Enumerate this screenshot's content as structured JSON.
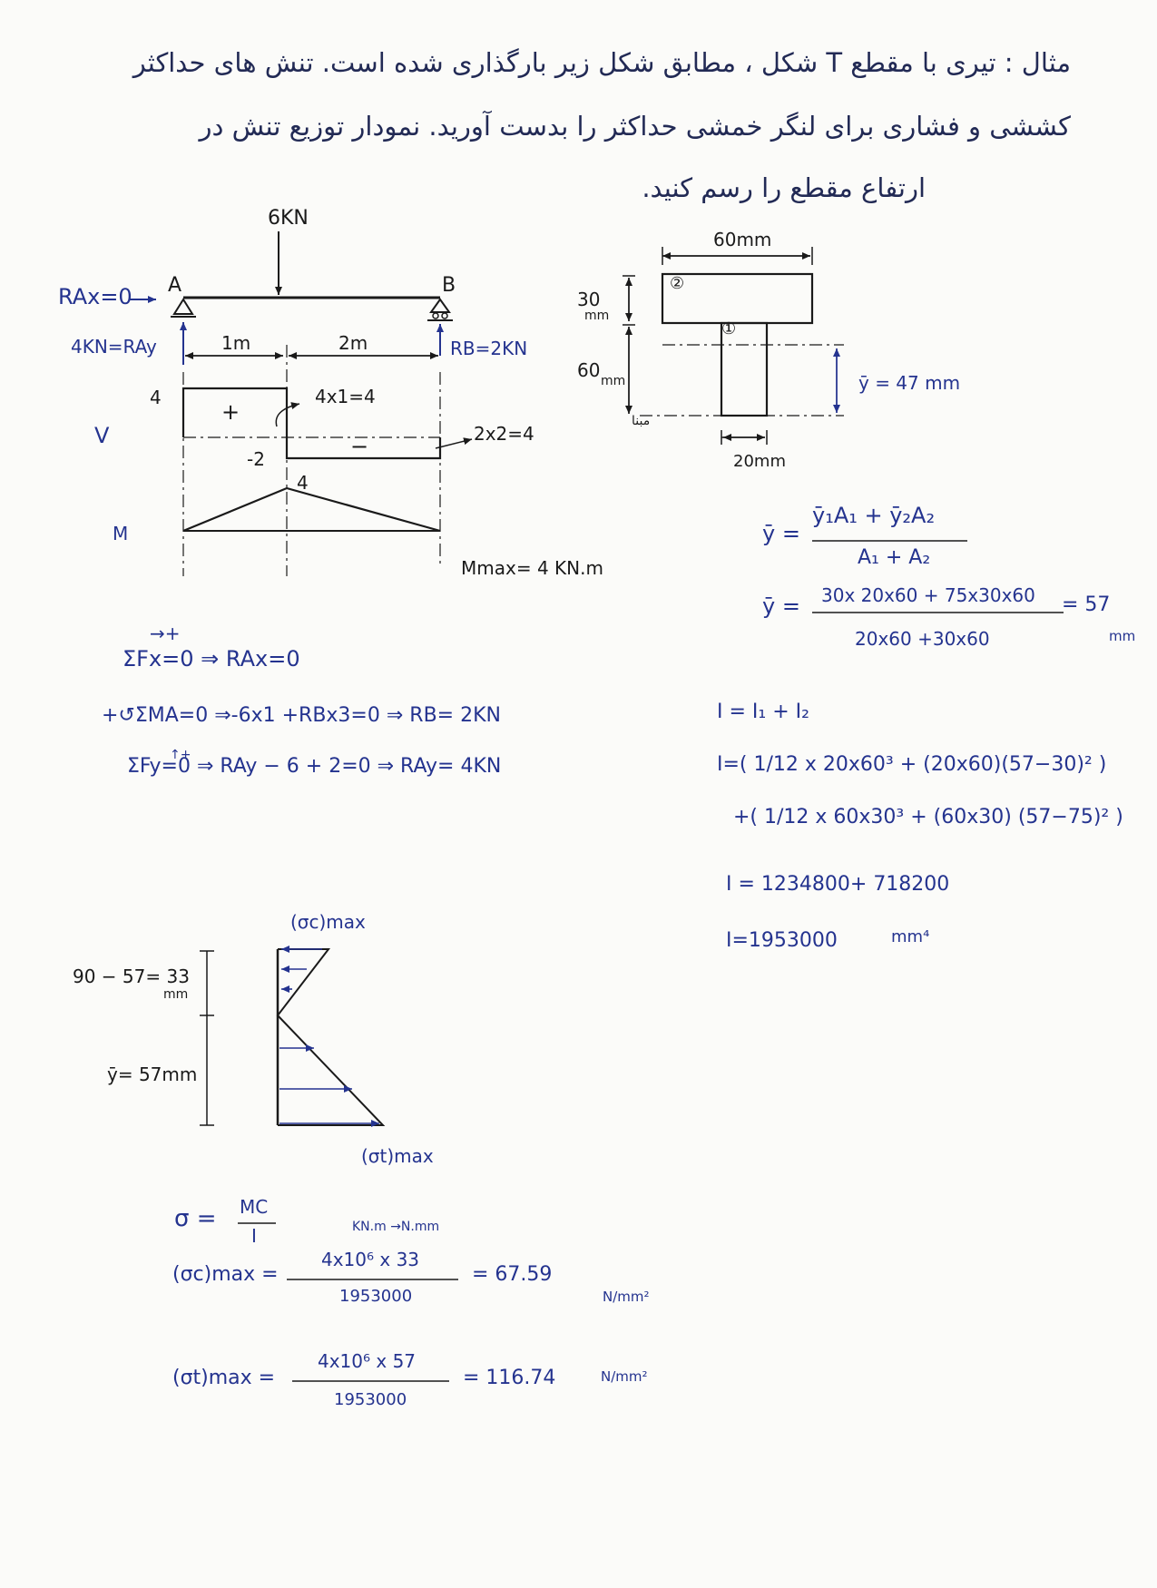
{
  "problem": {
    "line1": "مثال : تیری با مقطع T شکل ، مطابق شکل زیر بارگذاری شده است. تنش های حداکثر",
    "line2": "کششی و فشاری برای لنگر خمشی حداکثر را بدست آورید. نمودار توزیع تنش در",
    "line3": "ارتفاع مقطع را رسم کنید."
  },
  "beam": {
    "load": "6KN",
    "pt_a": "A",
    "pt_b": "B",
    "rax": "RAx=0",
    "ray": "4KN=RAy",
    "rb": "RB=2KN",
    "span1": "1m",
    "span2": "2m"
  },
  "shear_diagram": {
    "label": "V",
    "v_pos": "4",
    "v_neg": "-2",
    "plus": "+",
    "minus": "−",
    "area1": "4x1=4",
    "area2": "2x2=4"
  },
  "moment_diagram": {
    "label": "M",
    "peak": "4",
    "mmax": "Mmax= 4 KN.m"
  },
  "equilibrium": {
    "arrow1": "→+",
    "eq1": "ΣFx=0 ⇒ RAx=0",
    "eq2": "+↺ΣMA=0 ⇒-6x1 +RBx3=0 ⇒ RB= 2KN",
    "eq3": "ΣFy=0 ⇒ RAy − 6 + 2=0 ⇒ RAy= 4KN",
    "arrow3": "↑+"
  },
  "section": {
    "width": "60mm",
    "flange_h": "30",
    "flange_unit": "mm",
    "web_h": "60",
    "web_unit": "mm",
    "web_w": "20mm",
    "ybar": "ȳ = 47 mm",
    "part1": "①",
    "part2": "②",
    "base": "مبنا"
  },
  "centroid": {
    "formula_lhs": "ȳ =",
    "formula_num": "ȳ₁A₁ + ȳ₂A₂",
    "formula_den": "A₁ + A₂",
    "calc_lhs": "ȳ =",
    "calc_num": "30x 20x60 + 75x30x60",
    "calc_den": "20x60 +30x60",
    "result": "= 57",
    "unit": "mm"
  },
  "inertia": {
    "line1": "I = I₁ + I₂",
    "line2": "I=( 1/12 x 20x60³ + (20x60)(57−30)² )",
    "line3": "+( 1/12 x 60x30³ + (60x30) (57−75)² )",
    "line4": "I = 1234800+ 718200",
    "line5": "I=1953000",
    "line5_unit": "mm⁴"
  },
  "stress_dist": {
    "top": "(σc)max",
    "bottom": "(σt)max",
    "dim1": "90 − 57= 33",
    "dim1_unit": "mm",
    "dim2": "ȳ=  57mm"
  },
  "stress_calc": {
    "formula_lhs": "σ =",
    "formula_num": "MC",
    "formula_den": "I",
    "conv": "KN.m →N.mm",
    "c_lhs": "(σc)max =",
    "c_num": "4x10⁶  x 33",
    "c_den": "1953000",
    "c_res": "=  67.59",
    "c_unit": "N/mm²",
    "t_lhs": "(σt)max =",
    "t_num": "4x10⁶ x 57",
    "t_den": "1953000",
    "t_res": "= 116.74",
    "t_unit": "N/mm²"
  }
}
